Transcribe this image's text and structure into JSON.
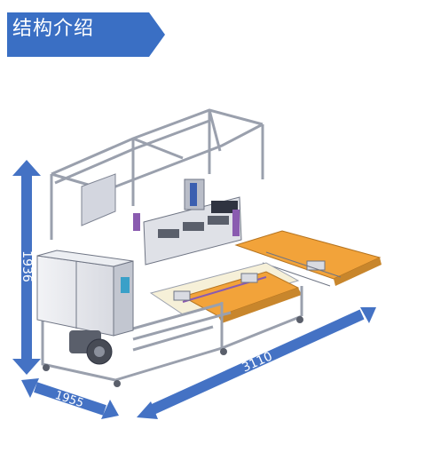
{
  "header": {
    "title": "结构介绍",
    "banner_color": "#3a6fc4"
  },
  "dimensions": {
    "height": "1936",
    "depth": "1955",
    "length": "3110",
    "arrow_color": "#4472c4"
  },
  "palette": {
    "frame": "#c9cdd6",
    "panel": "#e6e7ec",
    "conveyor": "#f2a33a",
    "motor": "#5a5f6b",
    "accent_purple": "#8a5bb0",
    "accent_blue": "#3b5fb0"
  }
}
